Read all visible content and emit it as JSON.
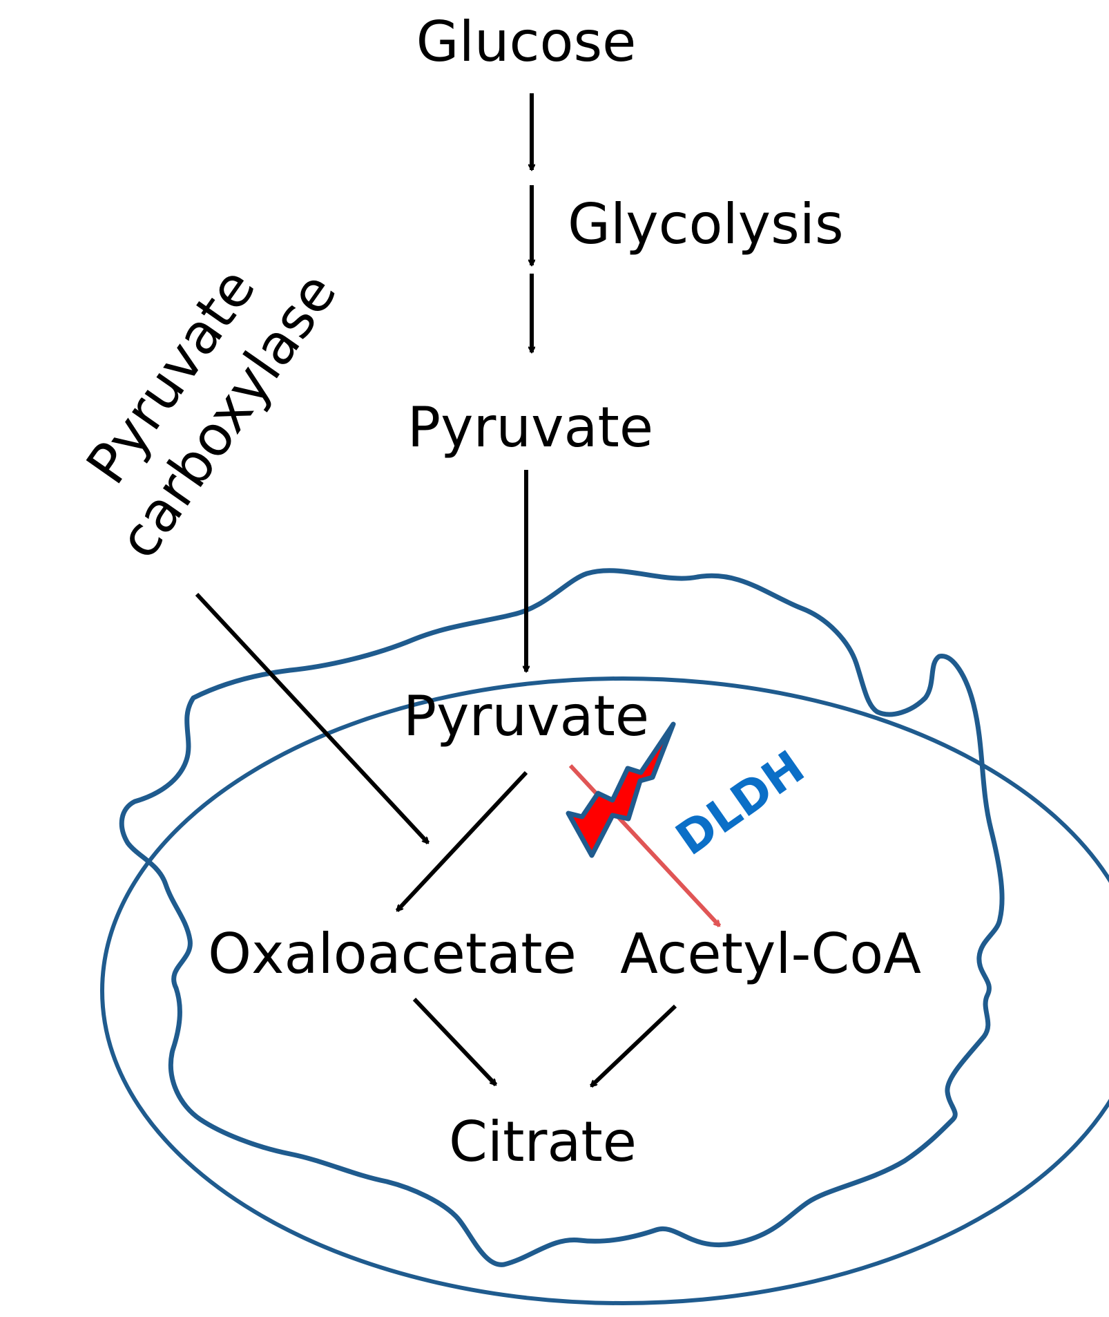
{
  "nodes": {
    "glucose": "Glucose",
    "glycolysis": "Glycolysis",
    "pyruvate_cytosol": "Pyruvate",
    "pyruvate_mito": "Pyruvate",
    "oxaloacetate": "Oxaloacetate",
    "acetyl_coa": "Acetyl-CoA",
    "citrate": "Citrate"
  },
  "enzymes": {
    "pc_line1": "Pyruvate",
    "pc_line2": "carboxylase",
    "dldh": "DLDH"
  },
  "colors": {
    "membrane": "#1f5b8e",
    "arrow": "#000000",
    "blocked_arrow": "#e05555",
    "bolt_fill": "#ff0000",
    "bolt_outline": "#1f5b8e",
    "dldh_text": "#0b6fc7"
  }
}
